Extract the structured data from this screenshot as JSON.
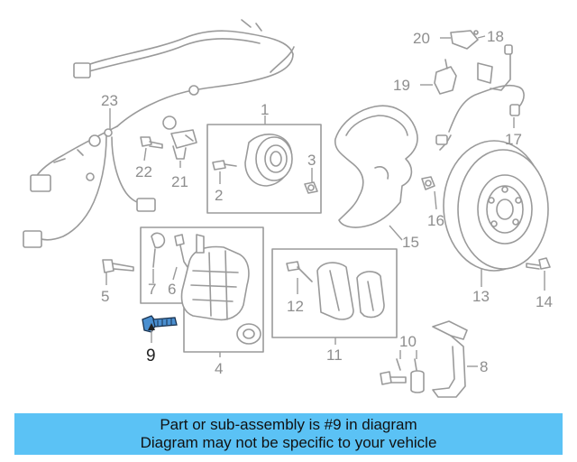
{
  "diagram": {
    "highlight_color": "#4a8fd0",
    "callouts": {
      "c1": "1",
      "c2": "2",
      "c3": "3",
      "c4": "4",
      "c5": "5",
      "c6": "6",
      "c7": "7",
      "c8": "8",
      "c9": "9",
      "c10": "10",
      "c11": "11",
      "c12": "12",
      "c13": "13",
      "c14": "14",
      "c15": "15",
      "c16": "16",
      "c17": "17",
      "c18": "18",
      "c19": "19",
      "c20": "20",
      "c21": "21",
      "c22": "22",
      "c23": "23"
    },
    "highlighted_part": "9"
  },
  "banner": {
    "line1": "Part or sub-assembly is #9 in diagram",
    "line2": "Diagram may not be specific to your vehicle",
    "background": "#5bc2f5"
  }
}
